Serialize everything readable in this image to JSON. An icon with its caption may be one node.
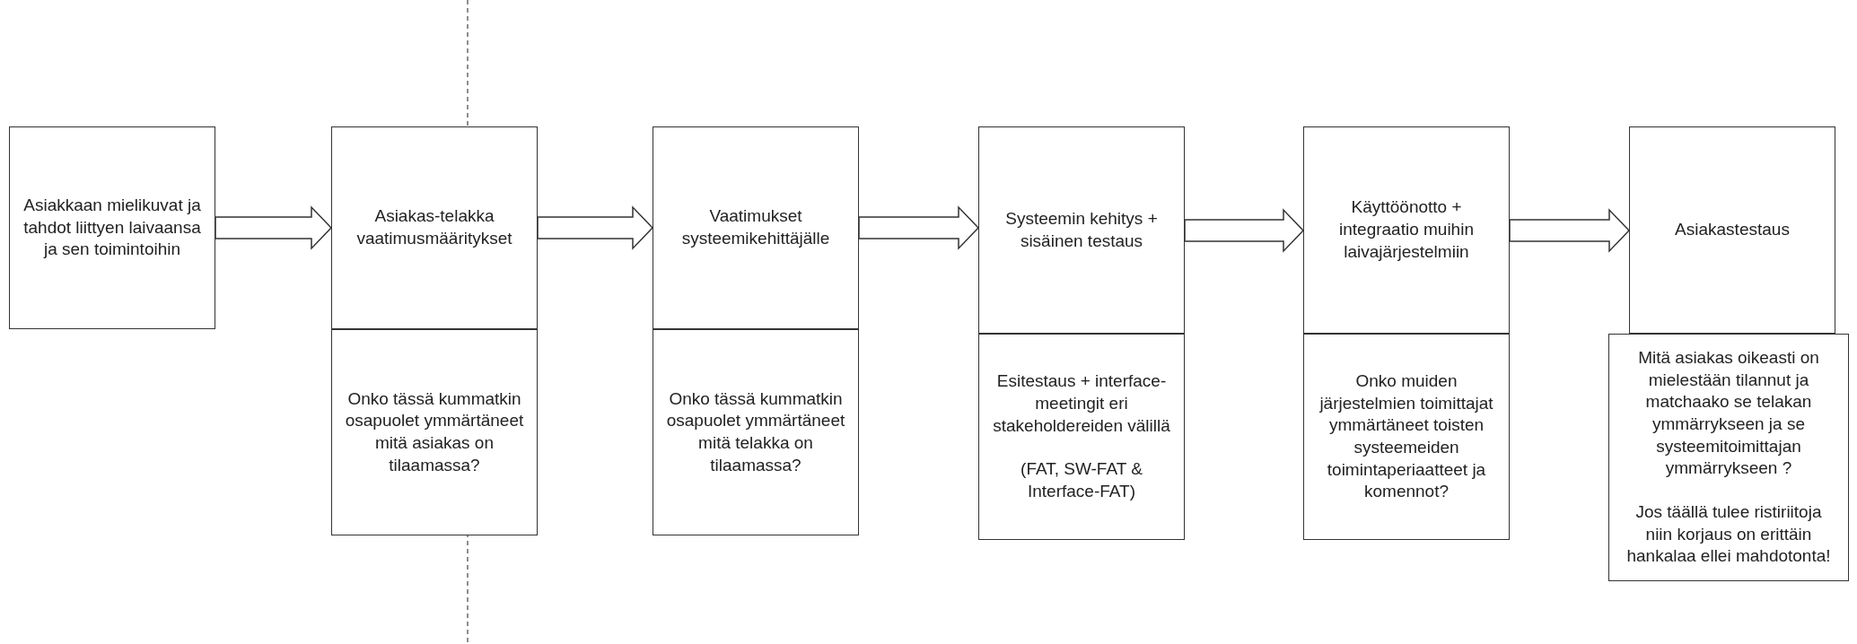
{
  "diagram": {
    "nodes": [
      {
        "text": [
          "Asiakkaan mielikuvat ja tahdot liittyen laivaansa ja sen toimintoihin"
        ]
      },
      {
        "text": [
          "Asiakas-telakka vaatimusmääritykset"
        ]
      },
      {
        "text": [
          "Onko tässä kummatkin osapuolet ymmärtäneet mitä asiakas on tilaamassa?"
        ]
      },
      {
        "text": [
          "Vaatimukset systeemikehittäjälle"
        ]
      },
      {
        "text": [
          "Onko tässä kummatkin osapuolet ymmärtäneet mitä telakka on tilaamassa?"
        ]
      },
      {
        "text": [
          "Systeemin kehitys + sisäinen testaus"
        ]
      },
      {
        "text": [
          "Esitestaus + interface-meetingit eri stakeholdereiden välillä",
          "(FAT, SW-FAT & Interface-FAT)"
        ]
      },
      {
        "text": [
          "Käyttöönotto + integraatio muihin laivajärjestelmiin"
        ]
      },
      {
        "text": [
          "Onko muiden järjestelmien toimittajat ymmärtäneet toisten systeemeiden toimintaperiaatteet ja komennot?"
        ]
      },
      {
        "text": [
          "Asiakastestaus"
        ]
      },
      {
        "text": [
          "Mitä asiakas oikeasti on mielestään tilannut ja matchaako se telakan ymmärrykseen ja se systeemitoimittajan ymmärrykseen ?",
          "Jos täällä tulee ristiriitoja niin korjaus on erittäin hankalaa ellei mahdotonta!"
        ]
      }
    ],
    "edges": [
      {
        "from": 0,
        "to": 1,
        "arrow": "to"
      },
      {
        "from": 1,
        "to": 3,
        "arrow": "to"
      },
      {
        "from": 3,
        "to": 5,
        "arrow": "to"
      },
      {
        "from": 5,
        "to": 7,
        "arrow": "to"
      },
      {
        "from": 7,
        "to": 9,
        "arrow": "to"
      }
    ]
  }
}
